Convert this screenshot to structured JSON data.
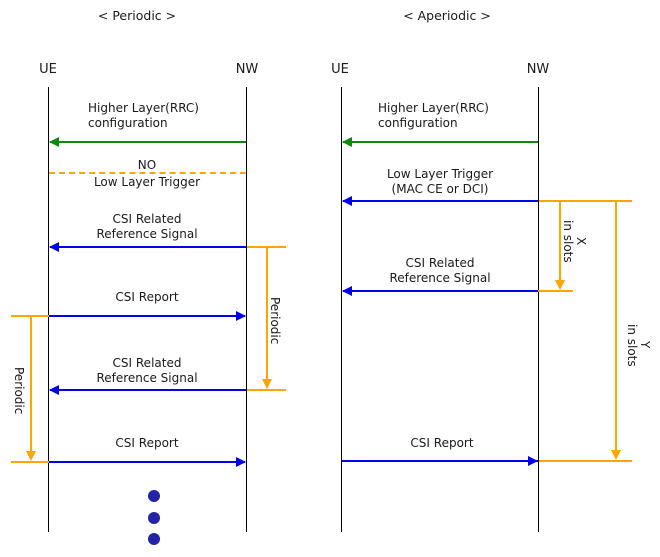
{
  "colors": {
    "green_arrow": "#108810",
    "blue_arrow": "#0000EE",
    "orange_marker": "#FFA500",
    "dot_navy": "#2323A8",
    "text": "#1A1A1A",
    "lifeline": "#000000"
  },
  "periodic": {
    "title": "< Periodic >",
    "ue_label": "UE",
    "nw_label": "NW",
    "rrc_config_line1": "Higher Layer(RRC)",
    "rrc_config_line2": "configuration",
    "no_trigger_line1": "NO",
    "no_trigger_line2": "Low Layer Trigger",
    "csi_rs1_line1": "CSI Related",
    "csi_rs1_line2": "Reference Signal",
    "csi_report1": "CSI Report",
    "csi_rs2_line1": "CSI Related",
    "csi_rs2_line2": "Reference Signal",
    "csi_report2": "CSI Report",
    "bracket_right_label": "Periodic",
    "bracket_left_label": "Periodic"
  },
  "aperiodic": {
    "title": "< Aperiodic >",
    "ue_label": "UE",
    "nw_label": "NW",
    "rrc_config_line1": "Higher Layer(RRC)",
    "rrc_config_line2": "configuration",
    "trigger_line1": "Low Layer Trigger",
    "trigger_line2": "(MAC CE or DCI)",
    "csi_rs_line1": "CSI Related",
    "csi_rs_line2": "Reference Signal",
    "csi_report": "CSI Report",
    "bracket_x_line1": "X",
    "bracket_x_line2": "in slots",
    "bracket_y_line1": "Y",
    "bracket_y_line2": "in slots"
  }
}
